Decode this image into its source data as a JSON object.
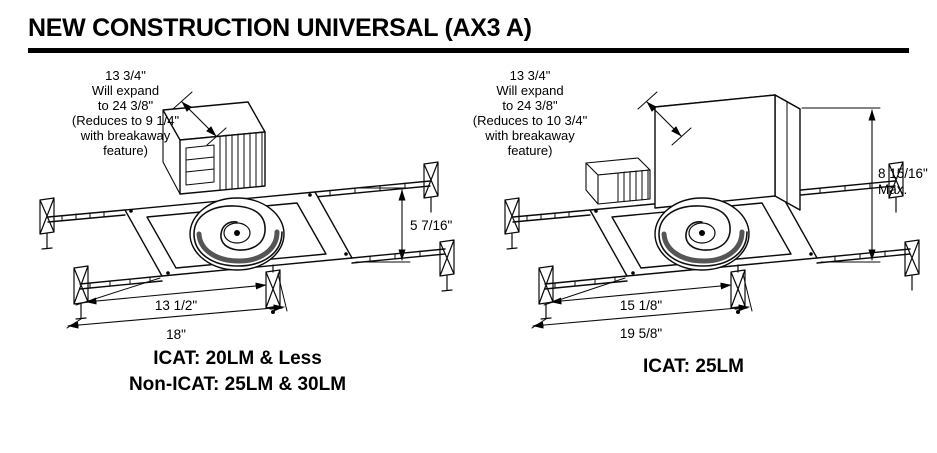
{
  "header": {
    "title": "NEW CONSTRUCTION UNIVERSAL (AX3 A)"
  },
  "colors": {
    "ink": "#000000",
    "paper": "#ffffff"
  },
  "figures": {
    "left": {
      "expand_note": {
        "lines": [
          "13 3/4\"",
          "Will expand",
          "to 24 3/8\"",
          "(Reduces to 9 1/4\"",
          "with breakaway",
          "feature)"
        ]
      },
      "dims": {
        "height": "5 7/16\"",
        "width_inner": "13 1/2\"",
        "width_outer": "18\""
      },
      "caption": {
        "line1": "ICAT: 20LM & Less",
        "line2": "Non-ICAT: 25LM & 30LM"
      }
    },
    "right": {
      "expand_note": {
        "lines": [
          "13 3/4\"",
          "Will expand",
          "to 24 3/8\"",
          "(Reduces to 10 3/4\"",
          "with breakaway",
          "feature)"
        ]
      },
      "dims": {
        "height": "8 15/16\"",
        "height_note": "Max.",
        "width_inner": "15 1/8\"",
        "width_outer": "19 5/8\""
      },
      "caption": {
        "line1": "ICAT: 25LM"
      }
    }
  }
}
